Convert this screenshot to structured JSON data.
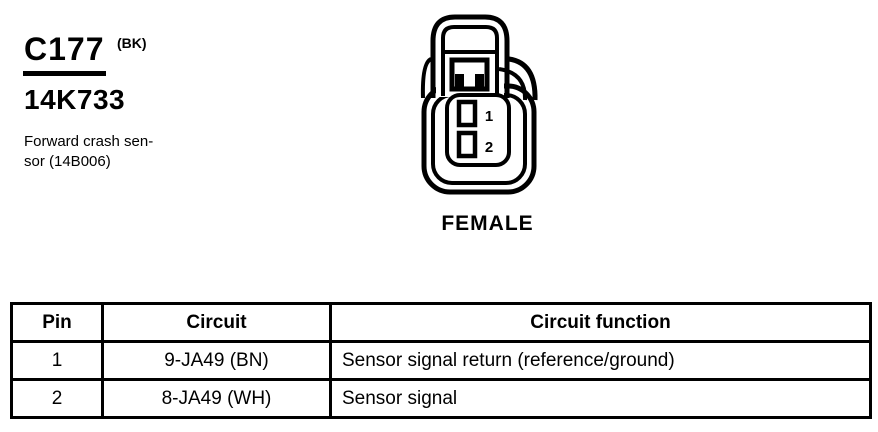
{
  "connector": {
    "id": "C177",
    "color_code": "(BK)",
    "part_number": "14K733",
    "description_line1": "Forward crash sen-",
    "description_line2": "sor (14B006)",
    "gender_label": "FEMALE",
    "pin_labels": [
      "1",
      "2"
    ]
  },
  "table": {
    "headers": [
      "Pin",
      "Circuit",
      "Circuit function"
    ],
    "rows": [
      {
        "pin": "1",
        "circuit": "9-JA49 (BN)",
        "function": "Sensor signal return (reference/ground)"
      },
      {
        "pin": "2",
        "circuit": "8-JA49 (WH)",
        "function": "Sensor signal"
      }
    ]
  },
  "colors": {
    "ink": "#000000",
    "paper": "#ffffff"
  }
}
